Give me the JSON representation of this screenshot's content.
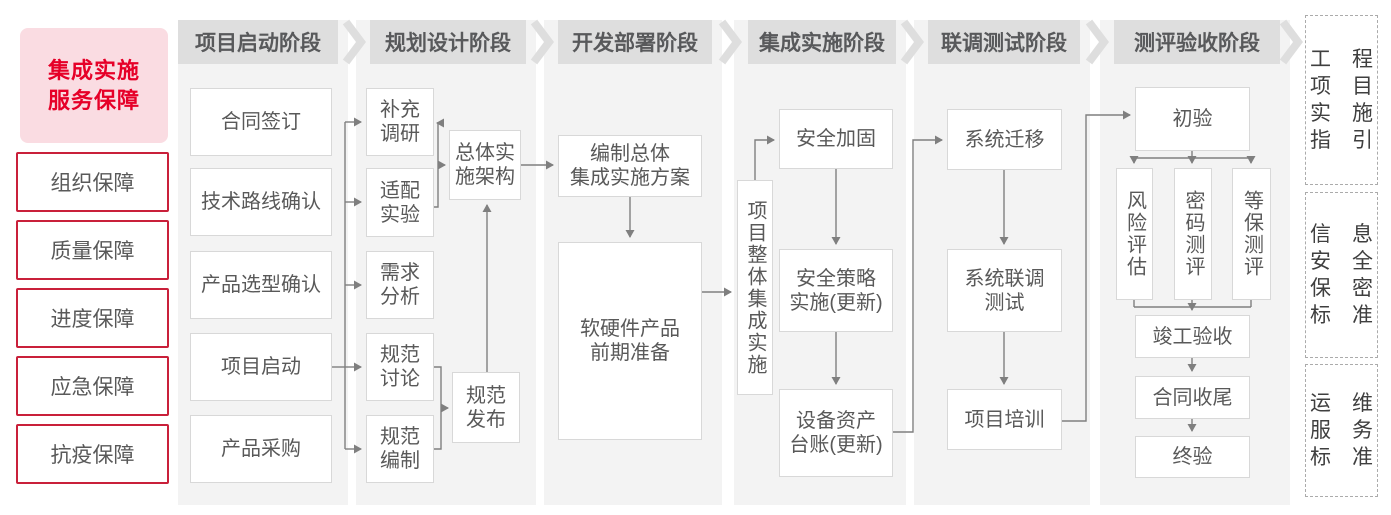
{
  "left_panel": {
    "title_lines": [
      "集成实施",
      "服务保障"
    ],
    "items": [
      "组织保障",
      "质量保障",
      "进度保障",
      "应急保障",
      "抗疫保障"
    ]
  },
  "phases": [
    {
      "label": "项目启动阶段",
      "boxes": [
        "合同签订",
        "技术路线确认",
        "产品选型确认",
        "项目启动",
        "产品采购"
      ]
    },
    {
      "label": "规划设计阶段",
      "boxes": [
        "补充\n调研",
        "适配\n实验",
        "需求\n分析",
        "规范\n讨论",
        "规范\n编制",
        "总体实\n施架构",
        "规范\n发布"
      ]
    },
    {
      "label": "开发部署阶段",
      "boxes": [
        "编制总体\n集成实施方案",
        "软硬件产品\n前期准备"
      ]
    },
    {
      "label": "集成实施阶段",
      "boxes": [
        "项目整体集成实施",
        "安全加固",
        "安全策略\n实施(更新)",
        "设备资产\n台账(更新)"
      ]
    },
    {
      "label": "联调测试阶段",
      "boxes": [
        "系统迁移",
        "系统联调\n测试",
        "项目培训"
      ]
    },
    {
      "label": "测评验收阶段",
      "boxes": [
        "初验",
        "风险评估",
        "密码测评",
        "等保测评",
        "竣工验收",
        "合同收尾",
        "终验"
      ]
    }
  ],
  "right_panel": {
    "boxes": [
      {
        "lines": [
          "工　程",
          "项　目",
          "实　施",
          "指　引"
        ]
      },
      {
        "lines": [
          "信　息",
          "安　全",
          "保　密",
          "标　准"
        ]
      },
      {
        "lines": [
          "运　维",
          "服　务",
          "标　准"
        ]
      }
    ]
  },
  "colors": {
    "accent_red": "#e60028",
    "pink_background": "#fadce2",
    "header_gray": "#dedede",
    "panel_gray": "#f3f3f3",
    "line_gray": "#7f7f7f"
  }
}
